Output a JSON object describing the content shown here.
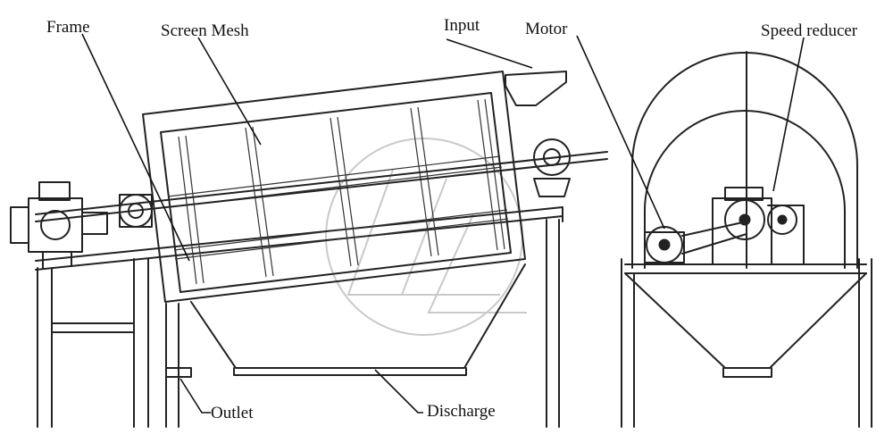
{
  "labels": {
    "frame": "Frame",
    "screen_mesh": "Screen Mesh",
    "input": "Input",
    "motor": "Motor",
    "speed_reducer": "Speed reducer",
    "outlet": "Outlet",
    "discharge": "Discharge"
  },
  "colors": {
    "line": "#222222",
    "background": "#ffffff",
    "watermark": "#c9c9c9"
  }
}
